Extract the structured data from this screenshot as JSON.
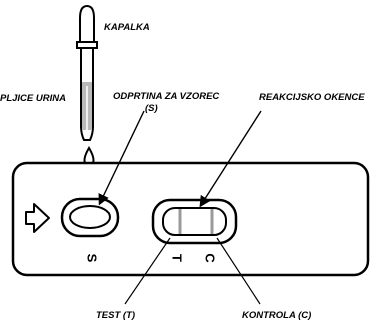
{
  "labels": {
    "dropper": "KAPALKA",
    "urine_drops": "PLJICE URINA",
    "sample_opening": "ODPRTINA ZA VZOREC",
    "sample_opening_sub": "(S)",
    "reaction_window": "REAKCIJSKO OKENCE",
    "test": "TEST (T)",
    "control": "KONTROLA (C)"
  },
  "cassette": {
    "sample_mark": "S",
    "test_mark": "T",
    "control_mark": "C"
  },
  "colors": {
    "ink": "#000000",
    "liquid": "#b9b9b9",
    "line": "#9a9a9a"
  }
}
